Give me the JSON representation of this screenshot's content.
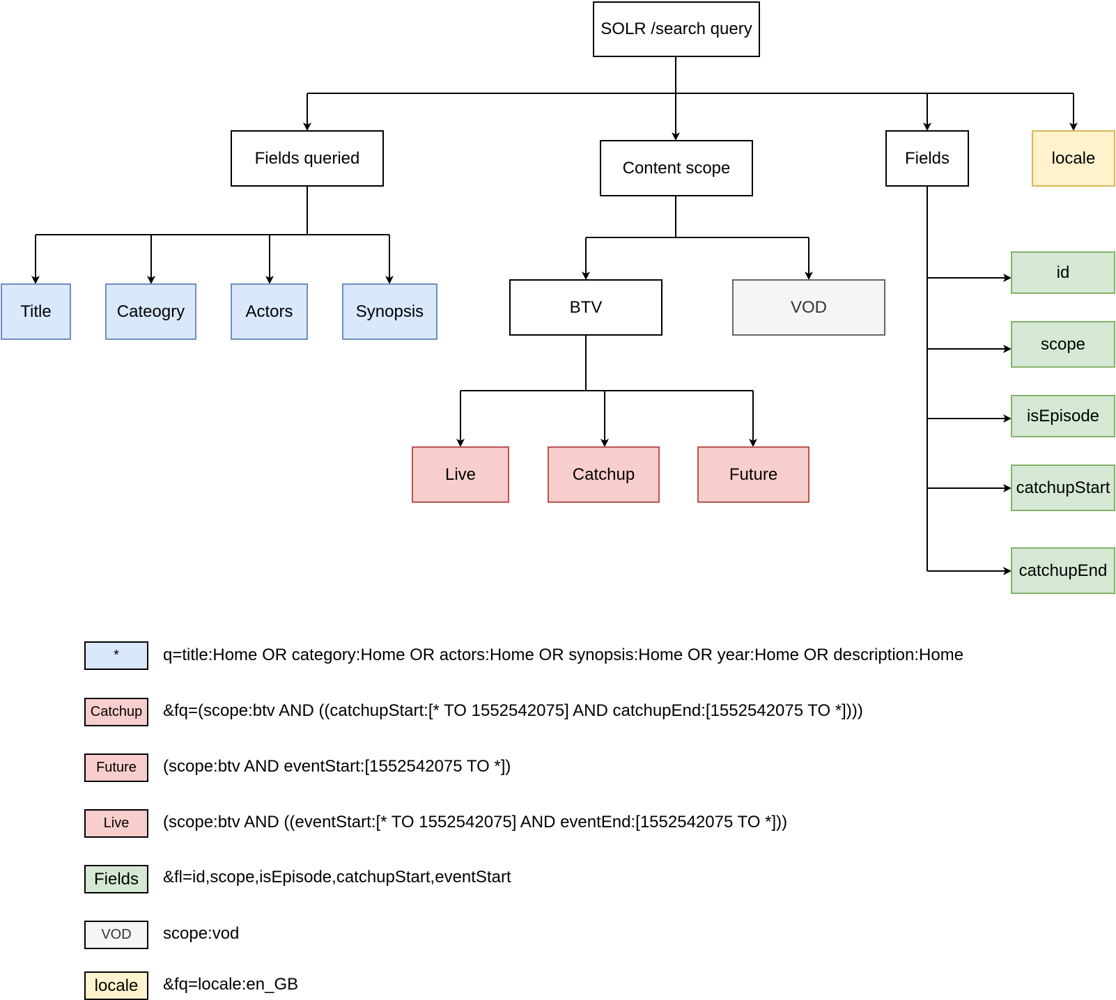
{
  "nodes": {
    "root": "SOLR /search query",
    "fields_queried": "Fields queried",
    "content_scope": "Content scope",
    "fields": "Fields",
    "locale": "locale",
    "title": "Title",
    "category": "Cateogry",
    "actors": "Actors",
    "synopsis": "Synopsis",
    "btv": "BTV",
    "vod": "VOD",
    "live": "Live",
    "catchup": "Catchup",
    "future": "Future",
    "id": "id",
    "scope": "scope",
    "is_episode": "isEpisode",
    "catchup_start": "catchupStart",
    "catchup_end": "catchupEnd"
  },
  "legend": [
    {
      "label": "*",
      "text": "q=title:Home OR category:Home OR actors:Home OR synopsis:Home OR year:Home OR description:Home"
    },
    {
      "label": "Catchup",
      "text": "&fq=(scope:btv AND ((catchupStart:[* TO 1552542075] AND catchupEnd:[1552542075 TO *])))"
    },
    {
      "label": "Future",
      "text": "(scope:btv AND eventStart:[1552542075 TO *])"
    },
    {
      "label": "Live",
      "text": "(scope:btv AND ((eventStart:[* TO 1552542075] AND eventEnd:[1552542075 TO *]))"
    },
    {
      "label": "Fields",
      "text": "&fl=id,scope,isEpisode,catchupStart,eventStart"
    },
    {
      "label": "VOD",
      "text": "scope:vod"
    },
    {
      "label": "locale",
      "text": "&fq=locale:en_GB"
    }
  ],
  "colors": {
    "blue_fill": "#dae8fc",
    "blue_stroke": "#6c8ebf",
    "red_fill": "#f8cecc",
    "red_stroke": "#b85450",
    "green_fill": "#d5e8d4",
    "green_stroke": "#82b366",
    "gray_fill": "#f5f5f5",
    "gray_stroke": "#666666",
    "yellow_fill": "#fff2cc",
    "yellow_stroke": "#d6b656"
  }
}
